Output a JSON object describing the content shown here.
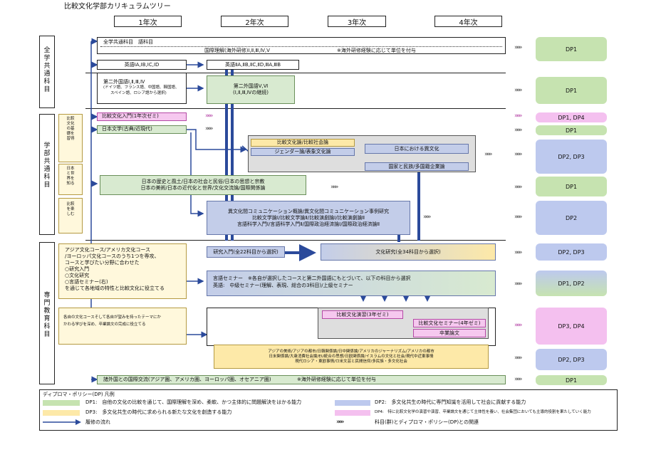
{
  "title": "比較文化学部カリキュラムツリー",
  "years": [
    "1年次",
    "2年次",
    "3年次",
    "4年次"
  ],
  "sections": {
    "common": "全学共通科目",
    "faculty": "学部共通科目",
    "specialty": "専門教育科目"
  },
  "subsections": {
    "basics": "比較文化の基礎を習得",
    "know": "日本と世界を知る",
    "enjoy": "比較を楽しむ"
  },
  "subjects": {
    "common_row": "全学共通科目　語科目",
    "intl": "国際理解(海外研修)Ⅰ,Ⅱ,Ⅲ,Ⅳ,Ⅴ",
    "intl_note": "※海外研修経験に応じて単位を付与",
    "english1": "英語ⅠA,ⅠB,ⅠC,ⅠD",
    "english2": "英語ⅡA,ⅡB,ⅡC,ⅡD,ⅢA,ⅢB",
    "lang2_title": "第二外国語Ⅰ,Ⅱ,Ⅲ,Ⅳ",
    "lang2_detail1": "(ドイツ語、フランス語、中国語、韓国語、",
    "lang2_detail2": "スペイン語、ロシア語から選択)",
    "lang2b_title": "第二外国語Ⅴ,Ⅵ",
    "lang2b_detail": "(Ⅰ,Ⅱ,Ⅲ,Ⅳの継続)",
    "intro": "比較文化入門(1年次ゼミ)",
    "japanlit": "日本文学(古典/近現代)",
    "comp_theory": "比較文化論/比較社会論",
    "gender": "ジェンダー論/表象文化論",
    "japan_foreign": "日本における異文化",
    "nation": "国家と民族/多国籍企業論",
    "japan_hist1": "日本の歴史と風土/日本の社会と民俗/日本の思想と宗教",
    "japan_hist2": "日本の美術/日本の近代化と世界/文化交流論/国際関係論",
    "intercult1": "異文化間コミュニケーション概論/異文化間コミュニケーション事例研究",
    "intercult2": "比較文学論Ⅰ/比較文学論Ⅱ/比較演劇論Ⅰ/比較演劇論Ⅱ",
    "intercult3": "言語科学入門Ⅰ/言語科学入門Ⅱ/国際政治経済論Ⅰ/国際政治経済論Ⅱ",
    "course_desc1": "アジア文化コース/アメリカ文化コース",
    "course_desc2": "/ヨーロッパ文化コースのうち1つを専攻、",
    "course_desc3": "コースと学びたい分野に合わせた",
    "course_desc4": "○研究入門",
    "course_desc5": "○文化研究",
    "course_desc6": "○言語セミナー(右)",
    "course_desc7": "を通じて各地域の特性と比較文化に役立てる",
    "research_intro": "研究入門(全22科目から選択)",
    "culture_study": "文化研究(全34科目から選択)",
    "lang_seminar1": "言語セミナー　※各自が選択したコースと第二外国語にもとづいて、以下の科目から選択",
    "lang_seminar2": "英語:　中級セミナー(理解、表現、総合の3科目)/上級セミナー",
    "theme_desc1": "各自の文化コースそして各自が望みを持ったテーマにか",
    "theme_desc2": "かわる学びを深め、卒業論文の完成に役立てる",
    "comp_seminar3": "比較文化演習(3年ゼミ)",
    "comp_seminar4": "比較文化セミナー(4年ゼミ)",
    "thesis": "卒業論文",
    "regions1": "アジアの美術/アジアの都市/日韓関係論/日中関係論/アメリカのジャーナリズム/アメリカの都市",
    "regions2": "日米関係論/大衆消費社会論/EU統合の思想/日欧関係論/イスラムの文化と社会/現代中近東事情",
    "regions3": "現代ロシア・東欧事情/ロ米文芸と民間信仰/多民族・多文化社会",
    "foreign_exchange": "諸外国との国際交流(アジア圏、アメリカ圏、ヨーロッパ圏、オセアニア圏)",
    "foreign_note": "※海外研修経験に応じて単位を付与"
  },
  "dp_labels": [
    "DP1",
    "DP1",
    "DP1, DP4",
    "DP1",
    "DP2, DP3",
    "DP1",
    "DP2",
    "DP2, DP3",
    "DP1, DP2",
    "DP3, DP4",
    "DP2, DP3",
    "DP1"
  ],
  "legend": {
    "title": "ディプロマ・ポリシー(DP) 凡例",
    "dp1": "DP1:　自他の文化の比較を通じて、国際理解を深め、柔軟、かつ主体的に問題解決をはかる能力",
    "dp2": "DP2:　多文化共生の時代に専門知識を活用して社会に貢献する能力",
    "dp3": "DP3:　多文化共生の時代に求められる新たな文化を創造する能力",
    "dp4": "DP4:　特に比較文化学の演習や演習、卒業論文を通じて主体性を養い、社会集団においても主導的役割を果たしていく能力",
    "flow": "履修の流れ",
    "relation": "科目(群)とディプロマ・ポリシー(DP)との関連"
  },
  "colors": {
    "green": "#d8ead0",
    "yellow": "#fde9a8",
    "blue": "#c3cde9",
    "pink": "#f6c8ef",
    "arrow": "#2b4a9b"
  }
}
